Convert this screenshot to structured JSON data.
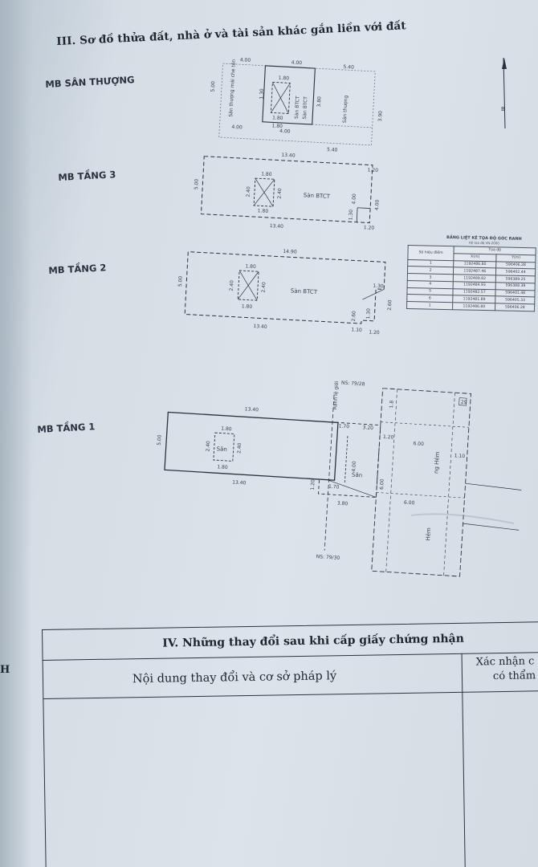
{
  "section3": {
    "title": "III. Sơ đồ thửa đất, nhà ở và tài sản khác gắn liền với đất"
  },
  "floors": {
    "rooftop": {
      "label": "MB SÂN THƯỢNG",
      "room_left": "Sân thượng mái che tôn",
      "room_mid": "Sàn BTCT",
      "room_mid2": "Sàn BTCT",
      "room_right": "Sân thượng",
      "dims": [
        "1.80",
        "4.00",
        "4.00",
        "5.40",
        "4.00",
        "5.40",
        "4.00",
        "1.80",
        "1.80",
        "5.00",
        "3.90",
        "1.30",
        "3.80"
      ]
    },
    "floor3": {
      "label": "MB TẦNG 3",
      "room": "Sàn BTCT",
      "dims": [
        "13.40",
        "13.40",
        "1.80",
        "1.80",
        "2.40",
        "2.40",
        "5.00",
        "4.00",
        "4.00",
        "1.20",
        "1.30",
        "1.20"
      ]
    },
    "floor2": {
      "label": "MB TẦNG 2",
      "room": "Sàn BTCT",
      "dims": [
        "14.90",
        "13.40",
        "1.80",
        "1.80",
        "2.40",
        "2.40",
        "5.00",
        "1.30",
        "1.30",
        "2.60",
        "1.10",
        "1.20",
        "2.60"
      ]
    },
    "floor1": {
      "label": "MB TẦNG 1",
      "room": "Sân",
      "room_right": "Sân",
      "dims": [
        "13.40",
        "13.40",
        "1.80",
        "1.80",
        "2.40",
        "2.40",
        "5.00",
        "1.70",
        "3.20",
        "4.00",
        "3.80",
        "1.70",
        "1.20",
        "6.00",
        "6.00",
        "6.00",
        "1.20",
        "1.10"
      ],
      "boundary_top": "NS: 79/28",
      "boundary_bottom": "NS: 79/30",
      "side_label": "Ranh lộ giới",
      "alley_label": "Hẻm",
      "alley_label2": "ng Hẻm",
      "alley_width": "1.8",
      "parcel_no": "29"
    }
  },
  "coord_table": {
    "title": "BẢNG LIỆT KÊ TỌA ĐỘ GÓC RANH",
    "subtitle": "Hệ tọa độ VN-2000",
    "headers": [
      "Số hiệu điểm",
      "Tọa độ",
      "X(m)",
      "Y(m)"
    ],
    "rows": [
      [
        "1",
        "1192486.80",
        "596406.28"
      ],
      [
        "2",
        "1192487.46",
        "596402.44"
      ],
      [
        "3",
        "1192489.82",
        "596389.25"
      ],
      [
        "4",
        "1192484.93",
        "596388.39"
      ],
      [
        "5",
        "1192482.57",
        "596401.48"
      ],
      [
        "6",
        "1192481.89",
        "596405.33"
      ],
      [
        "1",
        "1192486.80",
        "596406.28"
      ]
    ]
  },
  "section4": {
    "title": "IV. Những thay đổi sau khi cấp giấy chứng nhận",
    "col1_header": "Nội dung thay đổi và cơ sở pháp lý",
    "col2_header_line1": "Xác nhận c",
    "col2_header_line2": "có thẩm"
  },
  "margin_text": "H",
  "north_arrow": "B"
}
